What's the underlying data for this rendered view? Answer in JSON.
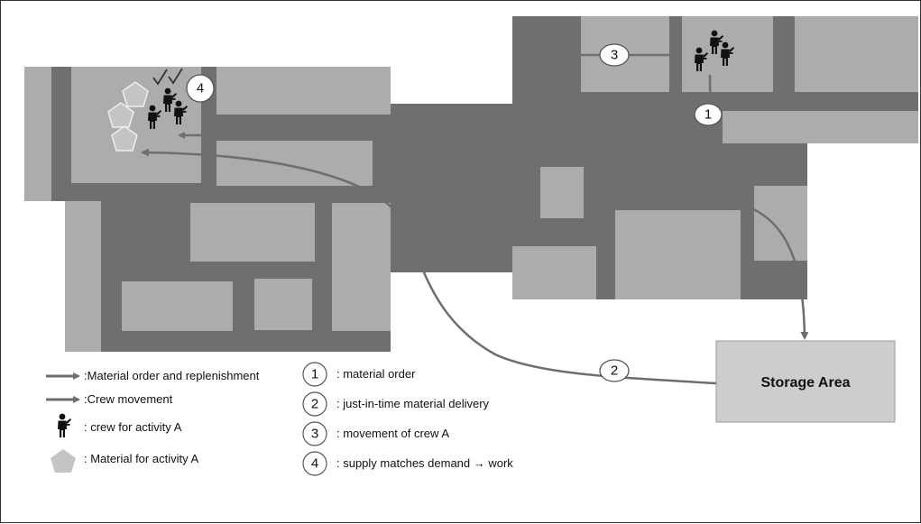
{
  "markers": {
    "m1": "1",
    "m2": "2",
    "m3": "3",
    "m4": "4"
  },
  "storage": {
    "label": "Storage Area"
  },
  "legend": {
    "arrows": [
      {
        "label": ":Material order and replenishment"
      },
      {
        "label": ":Crew movement"
      },
      {
        "label": ": crew for activity A"
      },
      {
        "label": ": Material for activity A"
      }
    ],
    "steps": [
      {
        "num": "1",
        "label": ": material order"
      },
      {
        "num": "2",
        "label": ": just-in-time material delivery"
      },
      {
        "num": "3",
        "label": ": movement of crew A"
      },
      {
        "num": "4",
        "label": ": supply matches demand → work"
      }
    ]
  },
  "colors": {
    "dark_block": "#6f6f6f",
    "light_block": "#acacac",
    "arrow": "#6e6e6e",
    "material": "#c4c4c4"
  },
  "icons": {
    "crew": "crew-person-icon",
    "material": "pentagon-icon",
    "check": "checkmark-icon"
  }
}
